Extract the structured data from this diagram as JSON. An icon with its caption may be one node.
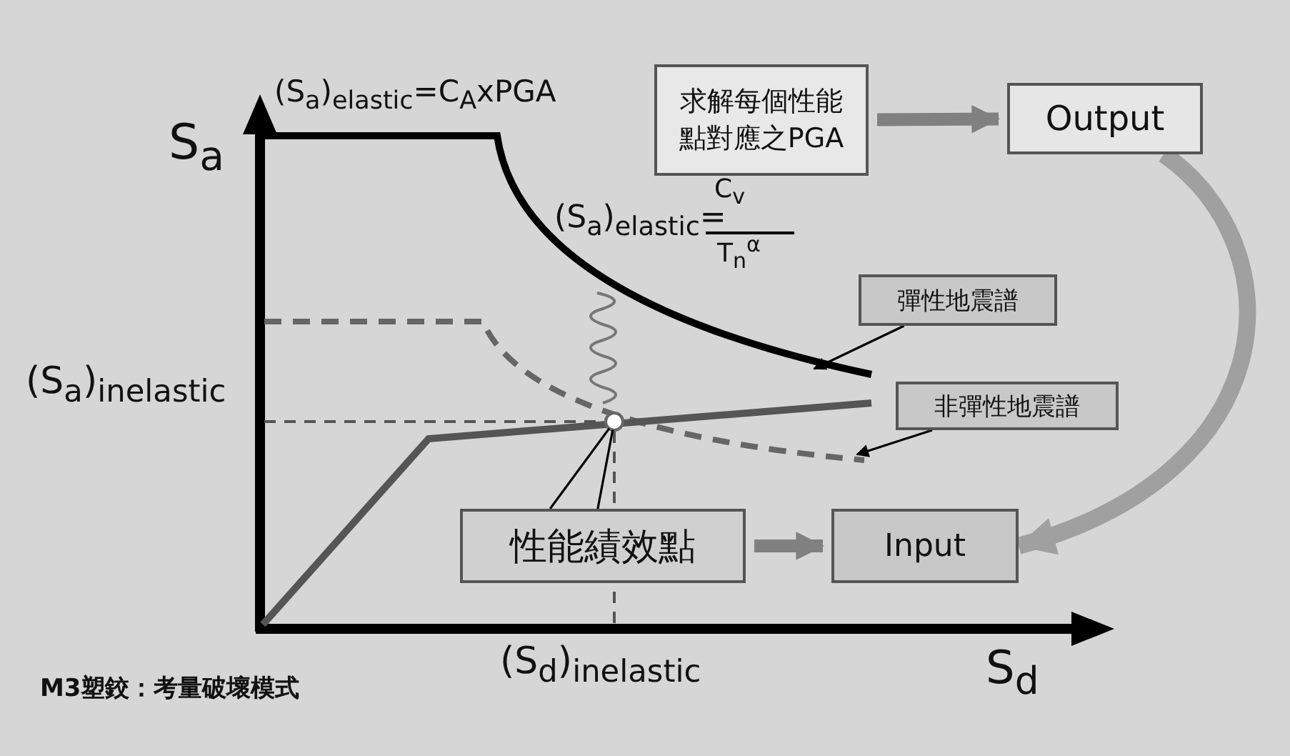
{
  "diagram": {
    "nodes": [
      {
        "text": [
          "求解每個性能點對應之PGA"
        ]
      },
      {
        "text": [
          "Output"
        ]
      },
      {
        "text": [
          "彈性地震譜"
        ]
      },
      {
        "text": [
          "非彈性地震譜"
        ]
      },
      {
        "text": [
          "性能績效點"
        ]
      },
      {
        "text": [
          "Input"
        ]
      },
      {
        "text": [],
        "shape": "circle"
      }
    ],
    "edges": [
      {
        "from": 0,
        "to": 1,
        "arrow": "to",
        "style": "thick",
        "color": "#808080"
      },
      {
        "from": 2,
        "to": null,
        "arrow": "to"
      },
      {
        "from": 3,
        "to": null,
        "arrow": "to"
      },
      {
        "from": 4,
        "to": 6,
        "arrow": "none"
      },
      {
        "from": 4,
        "to": 6,
        "arrow": "none"
      },
      {
        "from": 4,
        "to": 5,
        "arrow": "to",
        "style": "thick",
        "color": "#808080"
      },
      {
        "from": 1,
        "to": 5,
        "arrow": "to",
        "style": "thick",
        "color": "#a0a0a0"
      }
    ],
    "labels": [
      "(S$_{a}$)$_{elastic}$=C$_{A}$xPGA",
      "S$_{a}$",
      "(S$_{a}$)$_{elastic}$=",
      "C$_{v}$",
      "T$_{n}$$^{α}$",
      "(S$_{a}$)$_{inelastic}$",
      "(S$_{d}$)$_{inelastic}$",
      "S$_{d}$",
      "M3塑鉸：考量破壞模式"
    ]
  }
}
